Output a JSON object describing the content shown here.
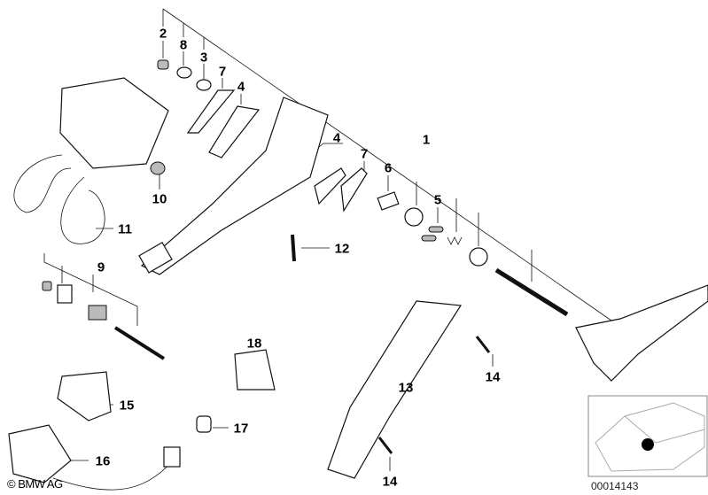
{
  "diagram": {
    "callouts": [
      {
        "id": "c2",
        "text": "2"
      },
      {
        "id": "c8",
        "text": "8"
      },
      {
        "id": "c3",
        "text": "3"
      },
      {
        "id": "c7a",
        "text": "7"
      },
      {
        "id": "c4a",
        "text": "4"
      },
      {
        "id": "c1",
        "text": "1"
      },
      {
        "id": "c4b",
        "text": "4"
      },
      {
        "id": "c7b",
        "text": "7"
      },
      {
        "id": "c6",
        "text": "6"
      },
      {
        "id": "c5",
        "text": "5"
      },
      {
        "id": "c10",
        "text": "10"
      },
      {
        "id": "c11",
        "text": "11"
      },
      {
        "id": "c12",
        "text": "12"
      },
      {
        "id": "c9",
        "text": "9"
      },
      {
        "id": "c18",
        "text": "18"
      },
      {
        "id": "c13",
        "text": "13"
      },
      {
        "id": "c14a",
        "text": "14"
      },
      {
        "id": "c15",
        "text": "15"
      },
      {
        "id": "c17",
        "text": "17"
      },
      {
        "id": "c16",
        "text": "16"
      },
      {
        "id": "c14b",
        "text": "14"
      }
    ],
    "copyright": "© BMW AG",
    "image_code": "00014143",
    "inset": {
      "marker_color": "#000000"
    }
  }
}
